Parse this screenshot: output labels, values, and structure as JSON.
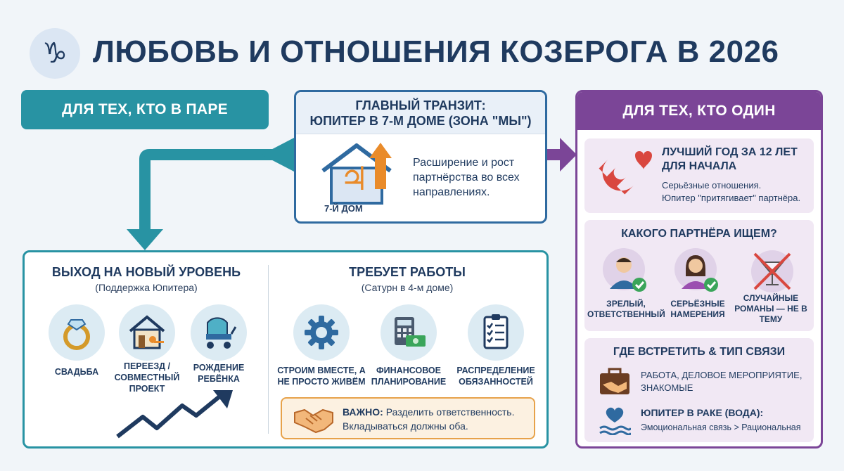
{
  "header": {
    "title": "ЛЮБОВЬ И ОТНОШЕНИЯ КОЗЕРОГА В 2026",
    "icon": "capricorn-glyph-icon",
    "glyph": "♑"
  },
  "left_banner": {
    "label": "ДЛЯ ТЕХ, КТО В ПАРЕ"
  },
  "center": {
    "title_line1": "ГЛАВНЫЙ ТРАНЗИТ:",
    "title_line2": "ЮПИТЕР В 7-М ДОМЕ (ЗОНА \"МЫ\")",
    "house_label": "7-Й ДОМ",
    "jupiter_glyph": "♃",
    "description": "Расширение и рост партнёрства во всех направлениях."
  },
  "couples": {
    "left": {
      "title": "ВЫХОД НА НОВЫЙ УРОВЕНЬ",
      "subtitle": "(Поддержка Юпитера)",
      "items": [
        {
          "label": "СВАДЬБА",
          "icon": "ring-icon"
        },
        {
          "label": "ПЕРЕЕЗД / СОВМЕСТНЫЙ ПРОЕКТ",
          "icon": "house-key-icon"
        },
        {
          "label": "РОЖДЕНИЕ РЕБЁНКА",
          "icon": "stroller-icon"
        }
      ]
    },
    "right": {
      "title": "ТРЕБУЕТ РАБОТЫ",
      "subtitle": "(Сатурн в 4-м доме)",
      "items": [
        {
          "label": "СТРОИМ ВМЕСТЕ, А НЕ ПРОСТО ЖИВЁМ",
          "icon": "gear-icon"
        },
        {
          "label": "ФИНАНСОВОЕ ПЛАНИРОВАНИЕ",
          "icon": "calculator-money-icon"
        },
        {
          "label": "РАСПРЕДЕЛЕНИЕ ОБЯЗАННОСТЕЙ",
          "icon": "checklist-icon"
        }
      ]
    },
    "important": {
      "label": "ВАЖНО:",
      "text": "Разделить ответственность. Вкладываться должны оба."
    }
  },
  "singles": {
    "banner": "ДЛЯ ТЕХ, КТО ОДИН",
    "best_year": {
      "title": "ЛУЧШИЙ ГОД ЗА 12 ЛЕТ ДЛЯ НАЧАЛА",
      "line1": "Серьёзные отношения.",
      "line2": "Юпитер \"притягивает\" партнёра."
    },
    "partner": {
      "title": "КАКОГО ПАРТНЁРА ИЩЕМ?",
      "items": [
        {
          "label": "ЗРЕЛЫЙ, ОТВЕТСТВЕННЫЙ",
          "icon": "man-avatar-check-icon"
        },
        {
          "label": "СЕРЬЁЗНЫЕ НАМЕРЕНИЯ",
          "icon": "woman-avatar-check-icon"
        },
        {
          "label": "СЛУЧАЙНЫЕ РОМАНЫ — НЕ В ТЕМУ",
          "icon": "crossed-cocktail-icon"
        }
      ]
    },
    "meet": {
      "title": "ГДЕ ВСТРЕТИТЬ & ТИП СВЯЗИ",
      "work": "РАБОТА, ДЕЛОВОЕ МЕРОПРИЯТИЕ, ЗНАКОМЫЕ",
      "water_title": "ЮПИТЕР В РАКЕ (ВОДА):",
      "water_text": "Эмоциональная связь > Рациональная"
    }
  },
  "colors": {
    "teal": "#2893a3",
    "purple": "#7b4597",
    "navy": "#1f3a5f",
    "orange": "#e98b2a",
    "green": "#3aa55a"
  }
}
